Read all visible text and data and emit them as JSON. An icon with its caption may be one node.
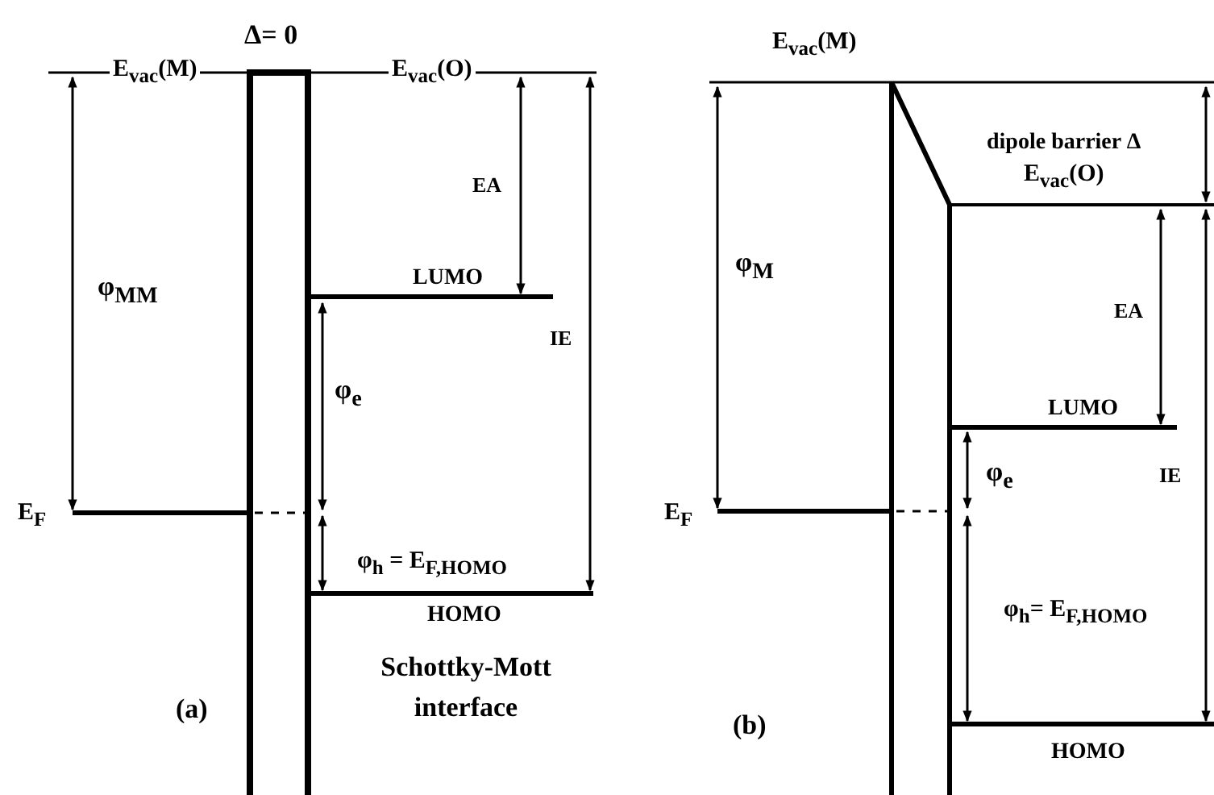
{
  "diagram": {
    "labels": [
      "Δ= 0",
      "E$_{vac}$(M)",
      "E$_{vac}$(O)",
      "EA",
      "φ$_{MM}$",
      "LUMO",
      "IE",
      "φ$_{e}$",
      "E$_{F}$",
      "φ$_{h}$ = E$_{F,HOMO}$",
      "HOMO",
      "Schottky-Mott interface",
      "(a)",
      "E$_{vac}$(M)",
      "dipole barrier Δ",
      "E$_{vac}$(O)",
      "φ$_{M}$",
      "EA",
      "LUMO",
      "φ$_{e}$",
      "IE",
      "E$_{F}$",
      "φ$_{h}$= E$_{F,HOMO}$",
      "HOMO",
      "(b)"
    ]
  }
}
